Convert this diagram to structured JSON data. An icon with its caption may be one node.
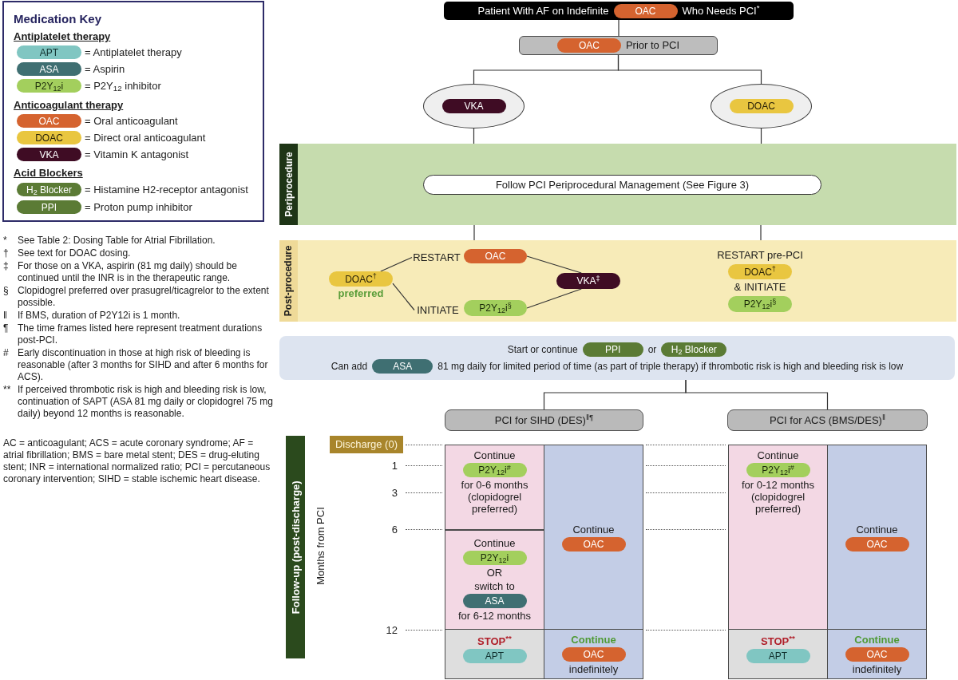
{
  "diagram": {
    "nodes": [
      {
        "text": [
          "Medication Key",
          "Antiplatelet therapy",
          "Anticoagulant therapy",
          "Acid Blockers"
        ]
      },
      {
        "text": [
          "APT"
        ],
        "in": 0,
        "beside": [
          "= Antiplatelet therapy"
        ]
      },
      {
        "text": [
          "ASA"
        ],
        "in": 0,
        "beside": [
          "= Aspirin"
        ]
      },
      {
        "text": [
          "P2Y$_{12}$i"
        ],
        "in": 0,
        "beside": [
          "= P2Y$_{12}$ inhibitor"
        ]
      },
      {
        "text": [
          "OAC"
        ],
        "in": 0,
        "beside": [
          "= Oral anticoagulant"
        ]
      },
      {
        "text": [
          "DOAC"
        ],
        "in": 0,
        "beside": [
          "= Direct oral anticoagulant"
        ]
      },
      {
        "text": [
          "VKA"
        ],
        "in": 0,
        "beside": [
          "= Vitamin K antagonist"
        ]
      },
      {
        "text": [
          "H$_{2}$ Blocker"
        ],
        "in": 0,
        "beside": [
          "= Histamine H2-receptor antagonist"
        ]
      },
      {
        "text": [
          "PPI"
        ],
        "in": 0,
        "beside": [
          "= Proton pump inhibitor"
        ]
      },
      {
        "text": [
          "Patient With AF on Indefinite",
          "Who Needs PCI$^{*}$"
        ]
      },
      {
        "text": [
          "OAC"
        ],
        "in": 9
      },
      {
        "text": [
          "Prior to PCI"
        ]
      },
      {
        "text": [
          "OAC"
        ],
        "in": 11
      },
      {
        "text": [],
        "shape": "ellipse"
      },
      {
        "text": [
          "VKA"
        ],
        "in": 13
      },
      {
        "text": [],
        "shape": "ellipse"
      },
      {
        "text": [
          "DOAC"
        ],
        "in": 15
      },
      {
        "text": [
          "Periprocedure"
        ]
      },
      {
        "text": [
          "Follow PCI Periprocedural Management (See Figure 3)"
        ],
        "in": 17
      },
      {
        "text": [
          "Post-procedure"
        ]
      },
      {
        "text": [
          "RESTART"
        ],
        "in": 19
      },
      {
        "text": [
          "OAC"
        ],
        "in": 19
      },
      {
        "text": [
          "DOAC$^{†}$"
        ],
        "in": 19,
        "beside": [
          "preferred"
        ]
      },
      {
        "text": [
          "VKA$^{‡}$"
        ],
        "in": 19
      },
      {
        "text": [
          "INITIATE"
        ],
        "in": 19
      },
      {
        "text": [
          "P2Y$_{12}$i$^{§}$"
        ],
        "in": 19
      },
      {
        "text": [
          "DOAC$^{†}$"
        ],
        "in": 19,
        "beside": [
          "RESTART pre-PCI"
        ]
      },
      {
        "text": [
          "P2Y$_{12}$i$^{§}$"
        ],
        "in": 19,
        "beside": [
          "& INITIATE"
        ]
      },
      {
        "text": [
          "Start or continue",
          "or",
          "Can add",
          "81 mg daily for limited period of time (as part of triple therapy) if thrombotic risk is high and bleeding risk is low"
        ]
      },
      {
        "text": [
          "PPI"
        ],
        "in": 28
      },
      {
        "text": [
          "H$_{2}$ Blocker"
        ],
        "in": 28
      },
      {
        "text": [
          "ASA"
        ],
        "in": 28
      },
      {
        "text": [
          "PCI for SIHD (DES)$^{‖¶}$"
        ]
      },
      {
        "text": [
          "PCI for ACS (BMS/DES)$^{‖}$"
        ]
      },
      {
        "text": [
          "Follow-up (post-discharge)"
        ]
      },
      {
        "text": [
          "Discharge (0)"
        ]
      },
      {
        "text": [
          "Continue",
          "for 0-6 months (clopidogrel preferred)"
        ]
      },
      {
        "text": [
          "P2Y$_{12}$i$^{#}$"
        ],
        "in": 36
      },
      {
        "text": [
          "Continue",
          "OR",
          "switch to",
          "for 6-12 months"
        ]
      },
      {
        "text": [
          "P2Y$_{12}$i"
        ],
        "in": 38
      },
      {
        "text": [
          "ASA"
        ],
        "in": 38
      },
      {
        "text": [
          "Continue"
        ]
      },
      {
        "text": [
          "OAC"
        ],
        "in": 41
      },
      {
        "text": [
          "STOP$^{**}$"
        ]
      },
      {
        "text": [
          "APT"
        ],
        "in": 43
      },
      {
        "text": [
          "Continue",
          "indefinitely"
        ]
      },
      {
        "text": [
          "OAC"
        ],
        "in": 45
      },
      {
        "text": [
          "Continue",
          "for 0-12 months (clopidogrel preferred)"
        ]
      },
      {
        "text": [
          "P2Y$_{12}$i$^{#}$"
        ],
        "in": 47
      },
      {
        "text": [
          "Continue"
        ]
      },
      {
        "text": [
          "OAC"
        ],
        "in": 49
      },
      {
        "text": [
          "STOP$^{**}$"
        ]
      },
      {
        "text": [
          "APT"
        ],
        "in": 51
      },
      {
        "text": [
          "Continue",
          "indefinitely"
        ]
      },
      {
        "text": [
          "OAC"
        ],
        "in": 53
      }
    ],
    "edges": [
      {
        "from": 9,
        "to": 11,
        "arrow": "none"
      },
      {
        "from": 11,
        "to": 13,
        "arrow": "none"
      },
      {
        "from": 11,
        "to": 15,
        "arrow": "none"
      },
      {
        "from": 13,
        "to": 17,
        "arrow": "none"
      },
      {
        "from": 15,
        "to": 17,
        "arrow": "none"
      },
      {
        "from": 17,
        "to": 19,
        "arrow": "none"
      },
      {
        "from": 17,
        "to": 19,
        "arrow": "none"
      },
      {
        "from": 22,
        "to": 20,
        "arrow": "none"
      },
      {
        "from": 21,
        "to": 23,
        "arrow": "none"
      },
      {
        "from": 22,
        "to": 24,
        "arrow": "none"
      },
      {
        "from": 25,
        "to": 23,
        "arrow": "none"
      },
      {
        "from": 28,
        "to": 32,
        "arrow": "none"
      },
      {
        "from": 28,
        "to": 33,
        "arrow": "none"
      }
    ],
    "labels": [
      "*",
      "See Table 2: Dosing Table for Atrial Fibrillation.",
      "†",
      "See text for DOAC dosing.",
      "‡",
      "For those on a VKA, aspirin (81 mg daily) should be continued until the INR is in the therapeutic range.",
      "§",
      "Clopidogrel preferred over prasugrel/ticagrelor to the extent possible.",
      "‖",
      "If BMS, duration of P2Y12i is 1 month.",
      "¶",
      "The time frames listed here represent treatment durations post-PCI.",
      "#",
      "Early discontinuation in those at high risk of bleeding is reasonable (after 3 months for SIHD and after 6 months for ACS).",
      "**",
      "If perceived thrombotic risk is high and bleeding risk is low, continuation of SAPT (ASA 81 mg daily or clopidogrel 75 mg daily) beyond 12 months is reasonable.",
      "AC = anticoagulant; ACS = acute coronary syndrome; AF = atrial fibrillation; BMS = bare metal stent; DES = drug-eluting stent; INR = international normalized ratio; PCI = percutaneous coronary intervention; SIHD = stable ischemic heart disease.",
      "Months from PCI",
      "1",
      "3",
      "6",
      "12"
    ]
  }
}
